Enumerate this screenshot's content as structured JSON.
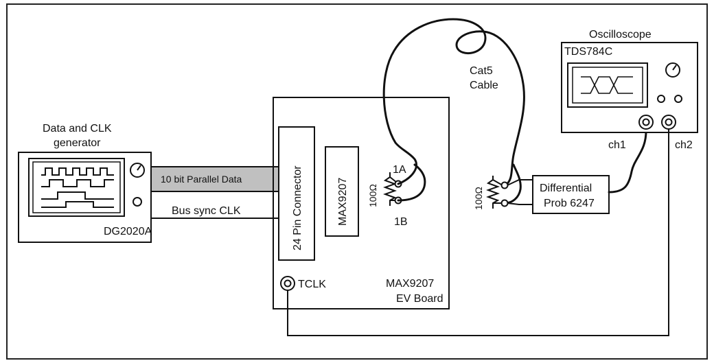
{
  "generator": {
    "title_line1": "Data and CLK",
    "title_line2": "generator",
    "model": "DG2020A"
  },
  "parallel_bus": {
    "label": "10 bit Parallel Data"
  },
  "sync_clk": {
    "label": "Bus sync CLK"
  },
  "ev_board": {
    "connector": "24 Pin Connector",
    "chip": "MAX9207",
    "resistor": "100Ω",
    "pin_a": "1A",
    "pin_b": "1B",
    "tclk": "TCLK",
    "name_line1": "MAX9207",
    "name_line2": "EV Board"
  },
  "cable": {
    "line1": "Cat5",
    "line2": "Cable"
  },
  "receiver": {
    "resistor": "100Ω"
  },
  "probe": {
    "line1": "Differential",
    "line2": "Prob 6247"
  },
  "oscilloscope": {
    "title": "Oscilloscope",
    "model": "TDS784C",
    "ch1": "ch1",
    "ch2": "ch2"
  },
  "colors": {
    "stroke": "#111111",
    "bus_fill": "#c0c0c0",
    "background": "#ffffff"
  }
}
